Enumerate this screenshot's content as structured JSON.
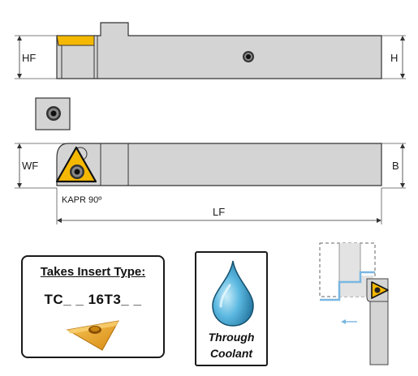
{
  "dimensions": {
    "hf": "HF",
    "h": "H",
    "wf": "WF",
    "b": "B",
    "lf": "LF",
    "kapr": "KAPR 90º"
  },
  "insert_box": {
    "title": "Takes Insert Type:",
    "code": "TC_ _ 16T3_ _"
  },
  "coolant_box": {
    "line1": "Through",
    "line2": "Coolant"
  },
  "colors": {
    "body_gray": "#d4d4d4",
    "insert_yellow": "#f5b800",
    "drop_blue": "#3aa0cf",
    "outline": "#1a1a1a",
    "arrow_blue": "#7ab6e0"
  },
  "icons": [
    "screw-icon",
    "insert-triangle-icon",
    "water-drop-icon",
    "direction-arrow-icon"
  ]
}
